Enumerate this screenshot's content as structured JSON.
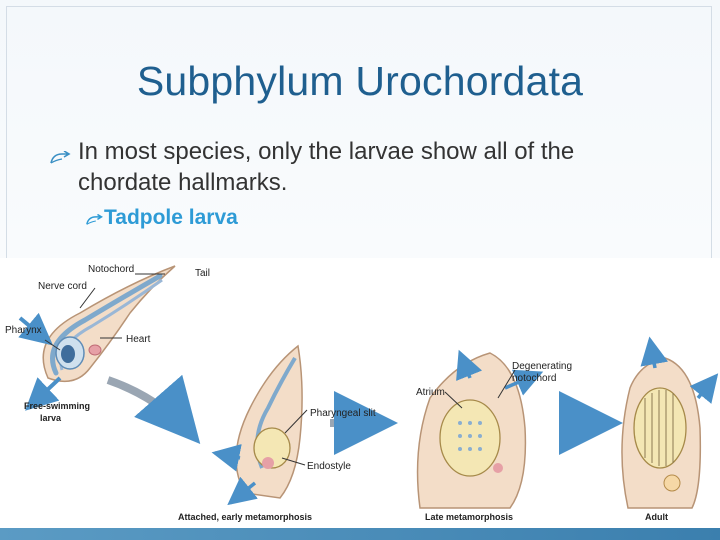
{
  "slide": {
    "title": "Subphylum Urochordata",
    "bullets": [
      {
        "line1": "In most species, only the larvae show all of the",
        "line2": "chordate hallmarks."
      },
      {
        "text": "Tadpole larva"
      }
    ],
    "colors": {
      "title": "#1f5f8f",
      "sub_bullet": "#2e9bd6",
      "footer": "#3b7fae"
    }
  },
  "figure": {
    "labels": {
      "notochord": "Notochord",
      "tail": "Tail",
      "nerve_cord": "Nerve cord",
      "pharynx": "Pharynx",
      "heart": "Heart",
      "free_swimming_1": "Free-swimming",
      "free_swimming_2": "larva",
      "pharyngeal_slit": "Pharyngeal slit",
      "endostyle": "Endostyle",
      "atrium": "Atrium",
      "degenerating_1": "Degenerating",
      "degenerating_2": "notochord",
      "stage_attached": "Attached, early metamorphosis",
      "stage_late": "Late metamorphosis",
      "stage_adult": "Adult"
    }
  }
}
